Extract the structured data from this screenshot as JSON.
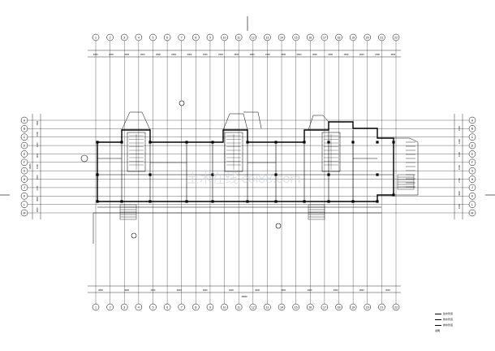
{
  "top_axis_labels": [
    "1",
    "2",
    "3",
    "4",
    "5",
    "6",
    "7",
    "8",
    "9",
    "10",
    "11",
    "12",
    "13",
    "14",
    "15",
    "16",
    "17",
    "18",
    "19",
    "20",
    "21",
    "22"
  ],
  "bottom_axis_labels": [
    "1",
    "2",
    "3",
    "4",
    "5",
    "6",
    "7",
    "8",
    "9",
    "10",
    "11",
    "12",
    "13",
    "14",
    "15",
    "16",
    "17",
    "18",
    "19",
    "20",
    "21",
    "22"
  ],
  "left_axis_labels": [
    "A",
    "B",
    "C",
    "D",
    "E",
    "F",
    "G",
    "H",
    "J",
    "K",
    "L",
    "M"
  ],
  "right_axis_labels": [
    "A",
    "B",
    "C",
    "D",
    "E",
    "F",
    "G",
    "H",
    "J",
    "K",
    "L",
    "M"
  ],
  "top_dimensions": [
    "3200",
    "2600",
    "1500",
    "1500",
    "2500",
    "2600",
    "3000",
    "1500",
    "2500",
    "2600",
    "2800",
    "1500",
    "2500",
    "2600",
    "3000",
    "1500",
    "1500",
    "2600",
    "2300",
    "3200"
  ],
  "bottom_dimensions": [
    "2800",
    "4000",
    "4000",
    "3000",
    "3000",
    "4000",
    "3000",
    "3000",
    "4000",
    "4000",
    "2800",
    "3000"
  ],
  "bottom_total": "46800",
  "left_dimensions": [
    "1500",
    "1500",
    "1200",
    "1200",
    "1500",
    "1500",
    "2700",
    "4500",
    "1500"
  ],
  "left_total": "15900",
  "right_dimensions": [
    "1500",
    "1200",
    "1200",
    "1500",
    "2700",
    "4500",
    "1500"
  ],
  "watermark": "土木在线 coi88.com",
  "legend_rows": [
    "给水管道",
    "热水管道",
    "排水管道"
  ],
  "legend_footnote": "说明"
}
